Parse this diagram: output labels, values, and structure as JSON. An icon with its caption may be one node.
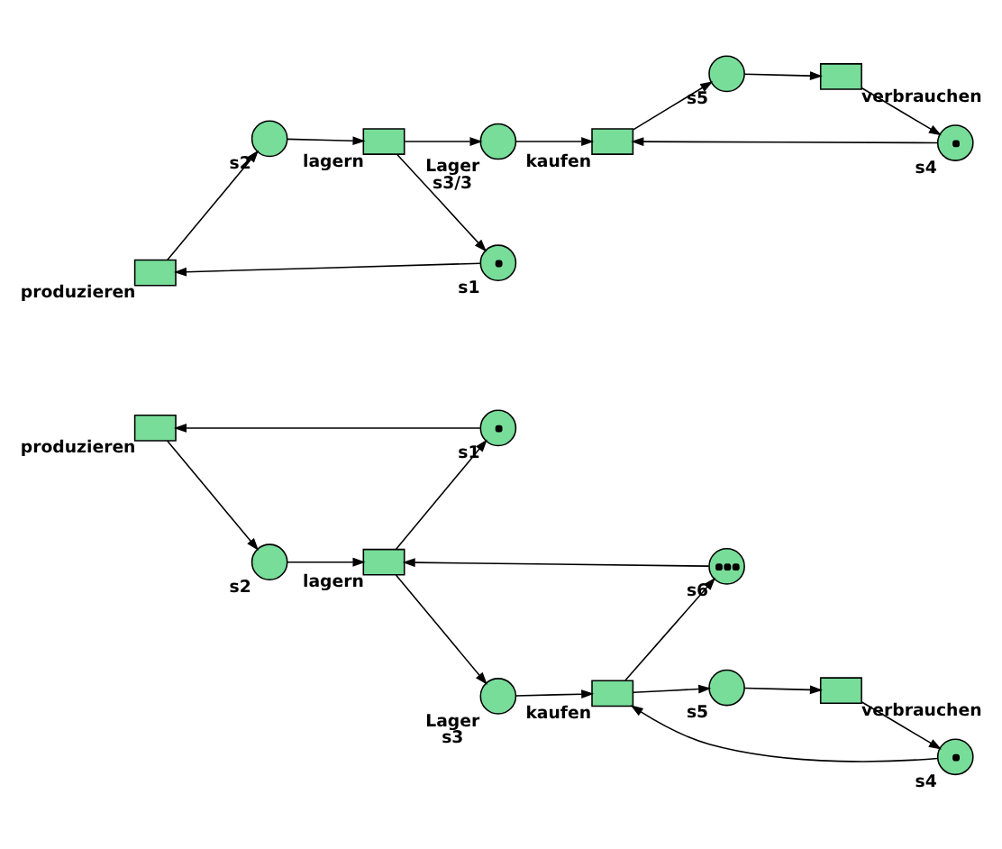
{
  "diagram": {
    "nodes": [
      {
        "text": [
          "produzieren"
        ]
      },
      {
        "text": [
          "s2"
        ]
      },
      {
        "text": [
          "s1"
        ]
      },
      {
        "text": [
          "lagern"
        ]
      },
      {
        "text": [
          "Lager",
          "s3/3"
        ]
      },
      {
        "text": [
          "kaufen"
        ]
      },
      {
        "text": [
          "s5"
        ]
      },
      {
        "text": [
          "s4"
        ]
      },
      {
        "text": [
          "verbrauchen"
        ]
      },
      {
        "text": [
          "produzieren"
        ]
      },
      {
        "text": [
          "s2"
        ]
      },
      {
        "text": [
          "s1"
        ]
      },
      {
        "text": [
          "lagern"
        ]
      },
      {
        "text": [
          "Lager",
          "s3"
        ]
      },
      {
        "text": [
          "s6"
        ]
      },
      {
        "text": [
          "kaufen"
        ]
      },
      {
        "text": [
          "s5"
        ]
      },
      {
        "text": [
          "s4"
        ]
      },
      {
        "text": [
          "verbrauchen"
        ]
      }
    ],
    "edges": [
      {
        "from": 0,
        "to": 1,
        "arrow": "to"
      },
      {
        "from": 1,
        "to": 3,
        "arrow": "to"
      },
      {
        "from": 3,
        "to": 2,
        "arrow": "to"
      },
      {
        "from": 2,
        "to": 0,
        "arrow": "to"
      },
      {
        "from": 3,
        "to": 4,
        "arrow": "to"
      },
      {
        "from": 4,
        "to": 5,
        "arrow": "to"
      },
      {
        "from": 5,
        "to": 6,
        "arrow": "to"
      },
      {
        "from": 6,
        "to": 8,
        "arrow": "to"
      },
      {
        "from": 8,
        "to": 7,
        "arrow": "to"
      },
      {
        "from": 7,
        "to": 5,
        "arrow": "to"
      },
      {
        "from": 9,
        "to": 10,
        "arrow": "to"
      },
      {
        "from": 10,
        "to": 12,
        "arrow": "to"
      },
      {
        "from": 12,
        "to": 11,
        "arrow": "to"
      },
      {
        "from": 11,
        "to": 9,
        "arrow": "to"
      },
      {
        "from": 12,
        "to": 13,
        "arrow": "to"
      },
      {
        "from": 13,
        "to": 15,
        "arrow": "to"
      },
      {
        "from": 15,
        "to": 14,
        "arrow": "to"
      },
      {
        "from": 14,
        "to": 12,
        "arrow": "to"
      },
      {
        "from": 15,
        "to": 16,
        "arrow": "to"
      },
      {
        "from": 16,
        "to": 18,
        "arrow": "to"
      },
      {
        "from": 18,
        "to": 17,
        "arrow": "to"
      },
      {
        "from": 17,
        "to": 15,
        "arrow": "to"
      }
    ]
  }
}
